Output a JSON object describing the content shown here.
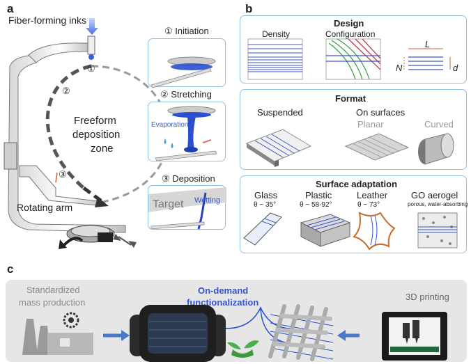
{
  "panel_a": {
    "letter": "a",
    "inks_label": "Fiber-forming inks",
    "zone_line1": "Freeform",
    "zone_line2": "deposition",
    "zone_line3": "zone",
    "arm_label": "Rotating arm",
    "step_markers": [
      "①",
      "②",
      "③"
    ],
    "steps": [
      {
        "title": "① Initiation"
      },
      {
        "title": "② Stretching",
        "note": "Evaporation"
      },
      {
        "title": "③ Deposition",
        "target": "Target",
        "wetting": "Wetting"
      }
    ]
  },
  "panel_b": {
    "letter": "b",
    "design": {
      "heading": "Design",
      "density": "Density",
      "configuration": "Configuration",
      "L": "L",
      "N": "N",
      "d": "d"
    },
    "format": {
      "heading": "Format",
      "suspended": "Suspended",
      "on_surfaces": "On surfaces",
      "planar": "Planar",
      "curved": "Curved"
    },
    "surface": {
      "heading": "Surface adaptation",
      "items": [
        {
          "name": "Glass",
          "angle": "θ ~ 35°"
        },
        {
          "name": "Plastic",
          "angle": "θ ~ 58-92°"
        },
        {
          "name": "Leather",
          "angle": "θ ~ 73°"
        },
        {
          "name": "GO aerogel",
          "angle": "porous, water-absorbing"
        }
      ]
    }
  },
  "panel_c": {
    "letter": "c",
    "mass_line1": "Standardized",
    "mass_line2": "mass production",
    "ondemand_line1": "On-demand",
    "ondemand_line2": "functionalization",
    "printing": "3D printing"
  },
  "colors": {
    "box_border": "#8fc3e6",
    "accent_blue": "#3355cc",
    "fiber_blue": "#2a4fd0",
    "panel_c_bg": "#e6e6e6"
  }
}
